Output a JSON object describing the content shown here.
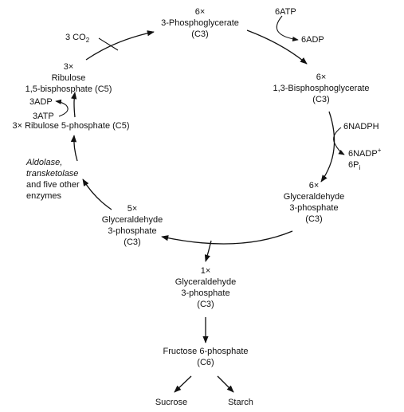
{
  "cycle": {
    "pga": {
      "count": "6×",
      "name": "3-Phosphoglycerate",
      "carbons": "(C3)"
    },
    "bpg": {
      "count": "6×",
      "name": "1,3-Bisphosphoglycerate",
      "carbons": "(C3)"
    },
    "gap6": {
      "count": "6×",
      "name1": "Glyceraldehyde",
      "name2": "3-phosphate",
      "carbons": "(C3)"
    },
    "gap5": {
      "count": "5×",
      "name1": "Glyceraldehyde",
      "name2": "3-phosphate",
      "carbons": "(C3)"
    },
    "rubp": {
      "count": "3×",
      "name1": "Ribulose",
      "name2": "1,5-bisphosphate (C5)"
    },
    "ru5p": {
      "label": "3× Ribulose 5-phosphate (C5)"
    },
    "enzymes": {
      "line1": "Aldolase,",
      "line2": "transketolase",
      "line3": "and five other",
      "line4": "enzymes"
    }
  },
  "cofactors": {
    "co2": {
      "text": "3 CO",
      "sub": "2"
    },
    "atp6": "6ATP",
    "adp6": "6ADP",
    "nadph": "6NADPH",
    "nadp": {
      "text": "6NADP",
      "sup": "+"
    },
    "pi": {
      "text": "6P",
      "sub": "i"
    },
    "adp3": "3ADP",
    "atp3": "3ATP"
  },
  "output": {
    "gap1": {
      "count": "1×",
      "name1": "Glyceraldehyde",
      "name2": "3-phosphate",
      "carbons": "(C3)"
    },
    "f6p": {
      "name": "Fructose 6-phosphate",
      "carbons": "(C6)"
    },
    "sucrose": "Sucrose",
    "starch": "Starch"
  }
}
